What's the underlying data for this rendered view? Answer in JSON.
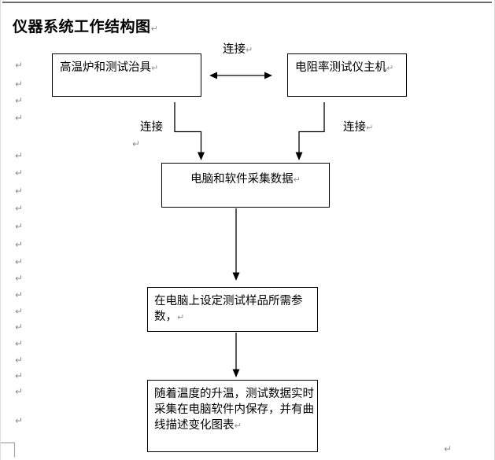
{
  "page": {
    "title": "仪器系统工作结构图"
  },
  "marks": {
    "pilcrow": "↵"
  },
  "flowchart": {
    "boxes": {
      "furnace": {
        "label": "高温炉和测试治具"
      },
      "tester": {
        "label": "电阻率测试仪主机"
      },
      "computer": {
        "label": "电脑和软件采集数据"
      },
      "params": {
        "lines": [
          "在电脑上设定测试样品所需参",
          "数，"
        ]
      },
      "record": {
        "lines": [
          "随着温度的升温，测试数据实时",
          "采集在电脑软件内保存，并有曲",
          "线描述变化图表"
        ]
      }
    },
    "labels": {
      "top_connection": "连接",
      "left_connection": "连接",
      "right_connection": "连接"
    }
  },
  "colors": {
    "line": "#000000",
    "pilcrow_gray": "#8f8f8f",
    "page_border_top": "#6e6e6e",
    "page_border_side": "#dcdcdc"
  }
}
